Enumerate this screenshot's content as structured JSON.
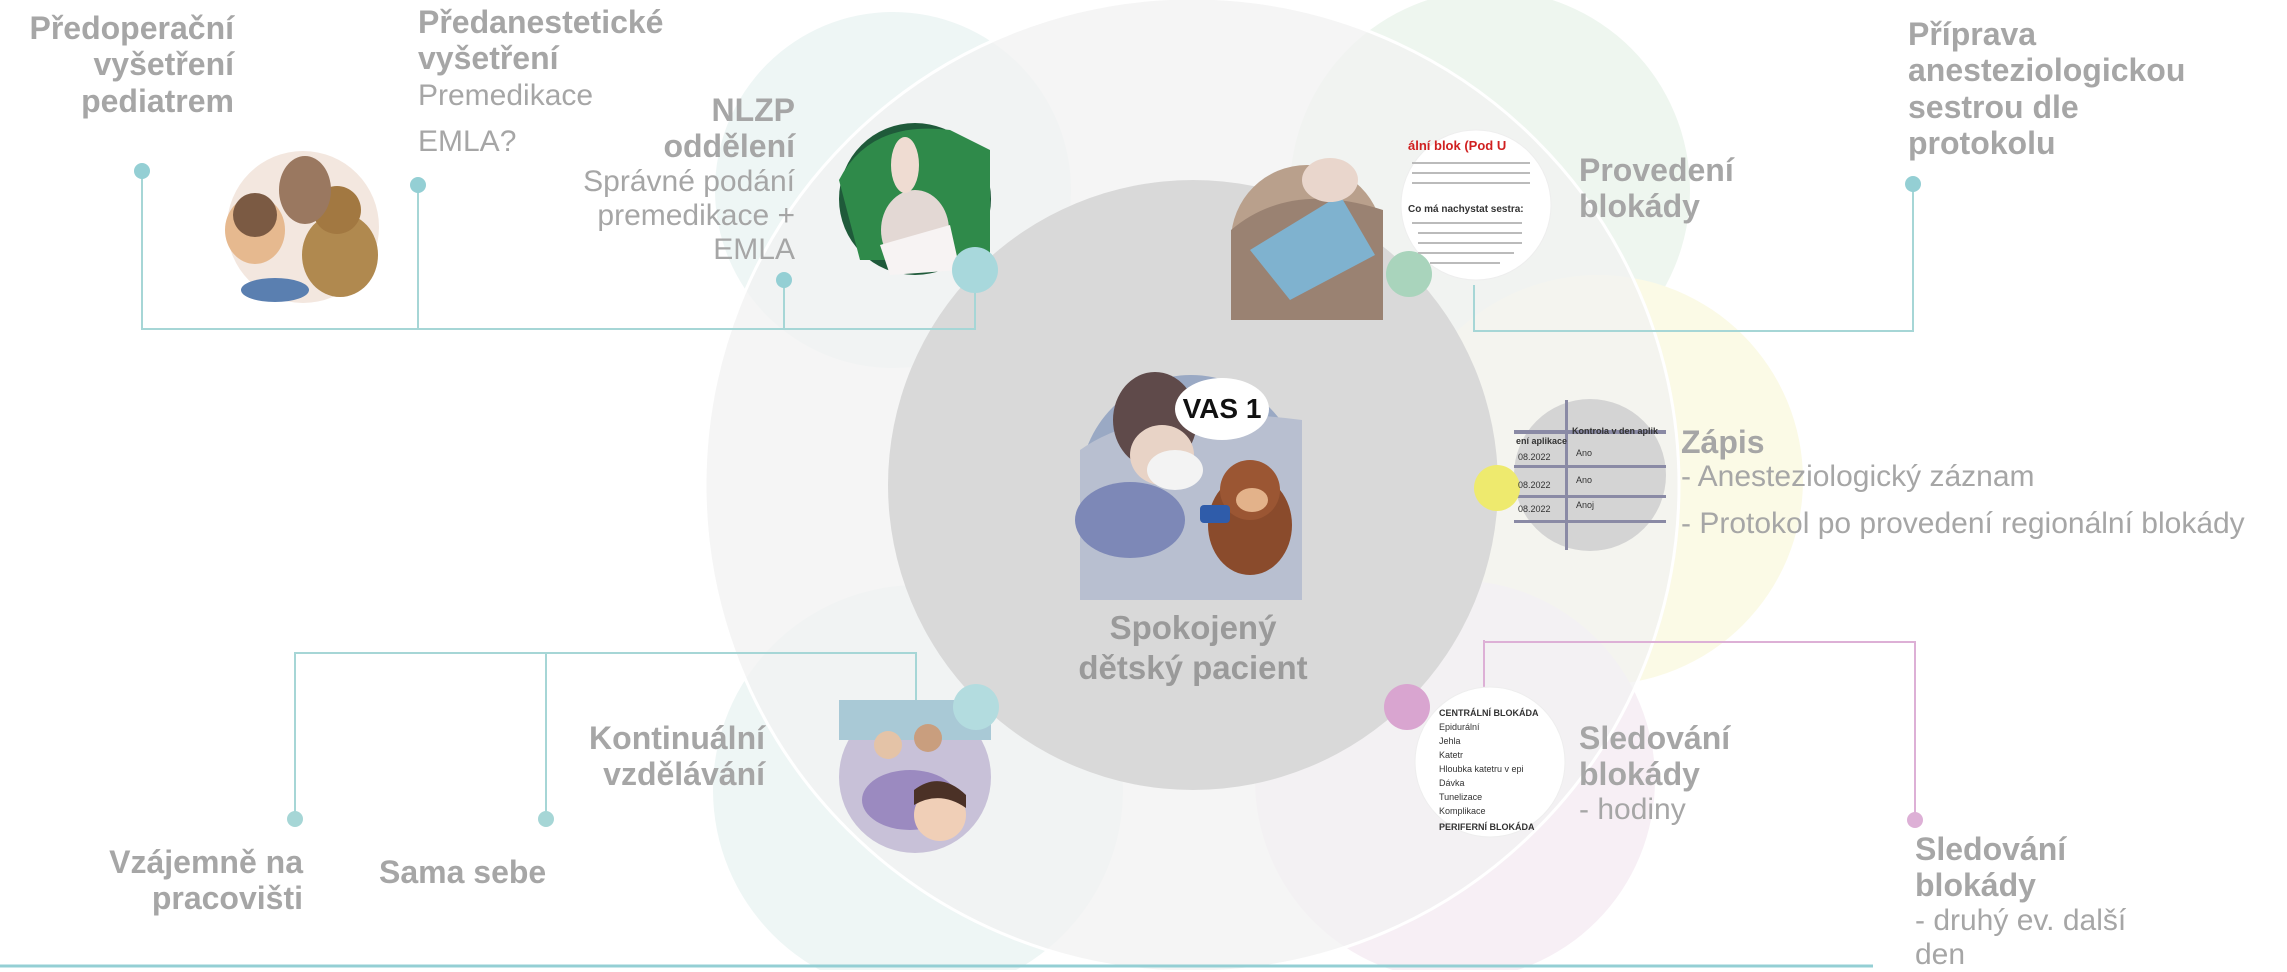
{
  "colors": {
    "teal": "#8ecfd3",
    "teal_dark": "#a6d6d6",
    "green": "#9fd0b4",
    "yellow": "#eeec7a",
    "pink": "#d9a5d0",
    "grey_text": "#a6a6a6",
    "center_circle": "#d8d8d8",
    "ring": "#f1f1f1",
    "bottom_rule": "#94cfd4"
  },
  "center": {
    "title_line1": "Spokojený",
    "title_line2": "dětský pacient",
    "bubble": "VAS 1"
  },
  "nodes": {
    "predoperacni": {
      "line1": "Předoperační",
      "line2": "vyšetření",
      "line3": "pediatrem"
    },
    "predanestet": {
      "h1": "Předanestetické",
      "h2": "vyšetření",
      "s1": "Premedikace",
      "s2": "EMLA?"
    },
    "nlzp": {
      "h1": "NLZP",
      "h2": "oddělení",
      "s1": "Správné podání",
      "s2": "premedikace +",
      "s3": "EMLA"
    },
    "provedeni": {
      "h1": "Provedení",
      "h2": "blokády"
    },
    "priprava": {
      "h1": "Příprava",
      "h2": "anesteziologickou",
      "h3": "sestrou dle",
      "h4": "protokolu"
    },
    "zapis": {
      "h": "Zápis",
      "s1": "- Anesteziologický záznam",
      "s2": "- Protokol po provedení regionální blokády"
    },
    "kontinualni": {
      "h1": "Kontinuální",
      "h2": "vzdělávání"
    },
    "vzajemne": {
      "h1": "Vzájemně na",
      "h2": "pracovišti"
    },
    "sama": {
      "h": "Sama sebe"
    },
    "sledovani_hod": {
      "h1": "Sledování",
      "h2": "blokády",
      "s": "- hodiny"
    },
    "sledovani_den": {
      "h1": "Sledování",
      "h2": "blokády",
      "s1": "- druhý ev. další",
      "s2": "den"
    }
  },
  "icons": {
    "photo_pediatrician": "pediatrician-photo-icon",
    "photo_thumbs_up": "thumbs-up-photo-icon",
    "photo_block": "blockade-photo-icon",
    "photo_protocol": "protocol-document-icon",
    "photo_record": "record-table-photo-icon",
    "photo_nurses": "nurses-photo-icon",
    "photo_chart": "monitoring-chart-icon",
    "photo_center": "patient-with-teddy-photo-icon"
  },
  "docs": {
    "protocol_title": "ální blok (Pod U",
    "protocol_q": "Co má nachystat sestra:",
    "record_header1": "ení aplikace",
    "record_header2": "Kontrola v den aplik",
    "record_rows": [
      {
        "date": "08.2022",
        "val": "Ano"
      },
      {
        "date": "08.2022",
        "val": "Ano"
      },
      {
        "date": "08.2022",
        "val": "Anoj"
      }
    ],
    "chart_rows": [
      "CENTRÁLNÍ BLOKÁDA",
      "Epidurální",
      "Jehla",
      "Katetr",
      "Hloubka katetru v epi",
      "Dávka",
      "Tunelizace",
      "Komplikace",
      "PERIFERNÍ BLOKÁDA"
    ]
  }
}
